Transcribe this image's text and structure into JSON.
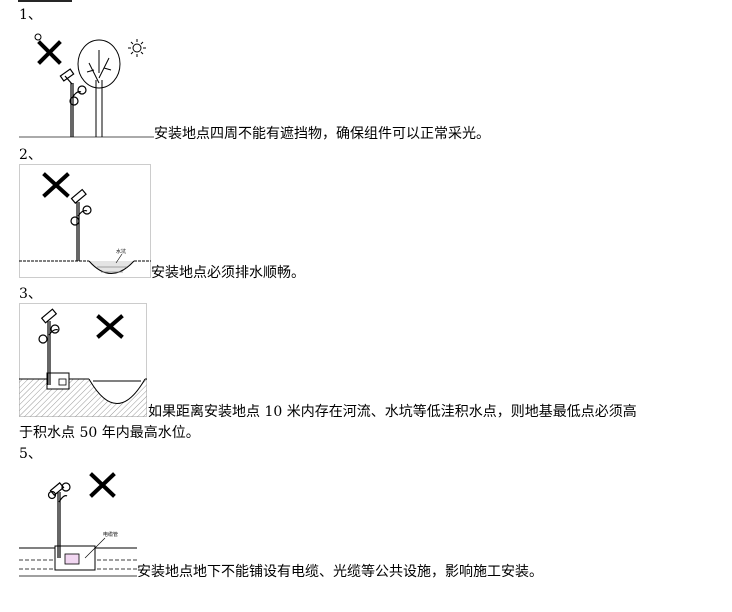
{
  "items": [
    {
      "number": "1、",
      "text": "安装地点四周不能有遮挡物，确保组件可以正常采光。"
    },
    {
      "number": "2、",
      "text": "安装地点必须排水顺畅。",
      "label": "水坑"
    },
    {
      "number": "3、",
      "text_line1": "如果距离安装地点 10 米内存在河流、水坑等低洼积水点，则地基最低点必须高",
      "text_line2": "于积水点 50 年内最高水位。"
    },
    {
      "number": "5、",
      "text": "安装地点地下不能铺设有电缆、光缆等公共设施，影响施工安装。",
      "label": "电缆管"
    }
  ]
}
